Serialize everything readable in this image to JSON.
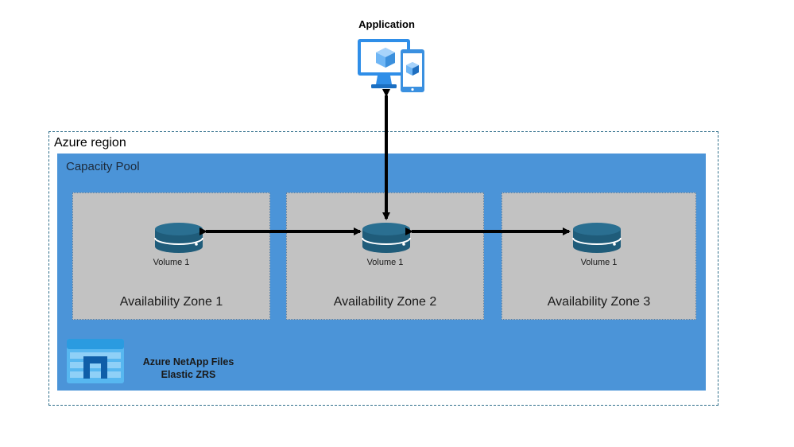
{
  "application": {
    "label": "Application",
    "icon": "desktop-and-phone-icon"
  },
  "region": {
    "label": "Azure region"
  },
  "pool": {
    "label": "Capacity Pool"
  },
  "zones": [
    {
      "label": "Availability Zone 1",
      "volume": "Volume 1"
    },
    {
      "label": "Availability Zone 2",
      "volume": "Volume 1"
    },
    {
      "label": "Availability Zone 3",
      "volume": "Volume 1"
    }
  ],
  "service": {
    "line1": "Azure NetApp Files",
    "line2": "Elastic ZRS",
    "icon": "azure-netapp-files-icon"
  },
  "colors": {
    "pool_fill": "#4b94d8",
    "zone_fill": "#c2c2c2",
    "disk_fill": "#1f5c7a",
    "app_blue": "#2b8be8",
    "arrow": "#000000"
  }
}
